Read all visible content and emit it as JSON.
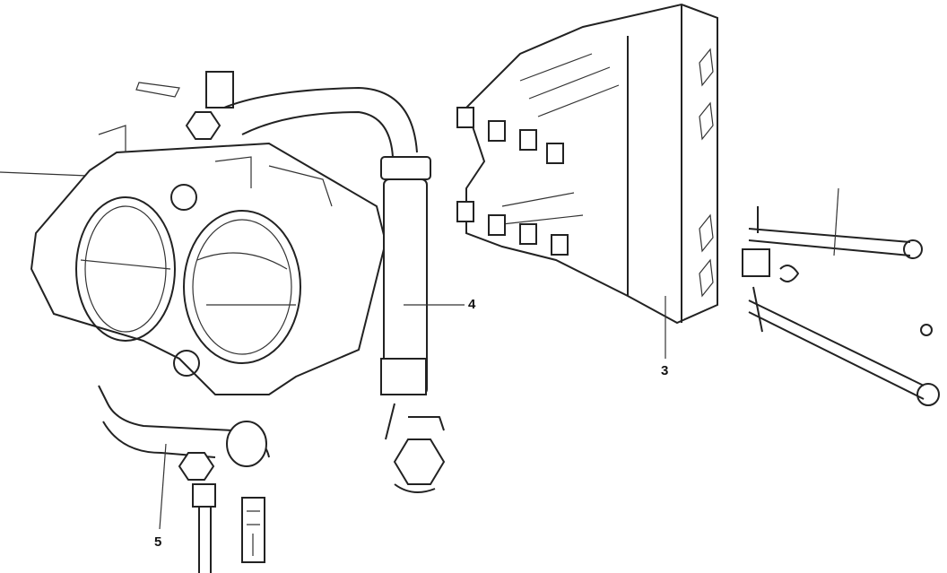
{
  "diagram": {
    "callouts": [
      {
        "id": "callout-4",
        "text": "4"
      },
      {
        "id": "callout-3",
        "text": "3"
      },
      {
        "id": "callout-5",
        "text": "5"
      }
    ]
  }
}
